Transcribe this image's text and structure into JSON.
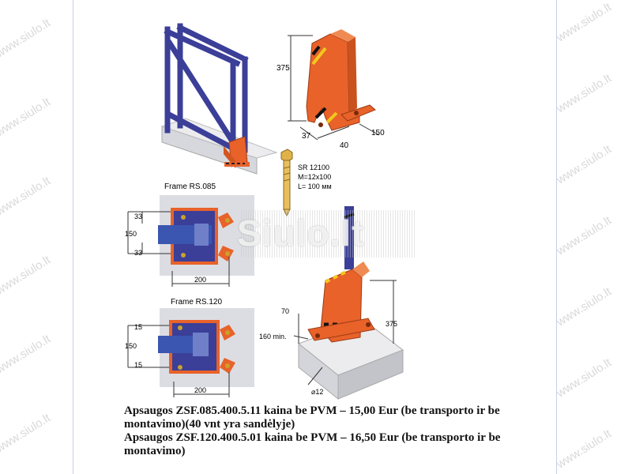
{
  "watermark": {
    "text": "www.siulo.lt",
    "center_text": "Siulo.lt"
  },
  "drawings": {
    "top_right": {
      "dim_height": "375",
      "dim_a": "37",
      "dim_b": "40",
      "dim_c": "150"
    },
    "bolt": {
      "line1": "SR 12100",
      "line2": "M=12x100",
      "line3": "L= 100 мм"
    },
    "frame_085": {
      "title": "Frame RS.085",
      "dim_top": "33",
      "dim_mid": "150",
      "dim_bot": "33",
      "dim_width": "200"
    },
    "frame_120": {
      "title": "Frame RS.120",
      "dim_top": "15",
      "dim_mid": "150",
      "dim_bot": "15",
      "dim_width": "200"
    },
    "bottom_right": {
      "dim_70": "70",
      "dim_160": "160 min.",
      "dim_375": "375",
      "dim_dia": "⌀12"
    }
  },
  "caption": {
    "line1": "Apsaugos ZSF.085.400.5.11 kaina be PVM – 15,00 Eur (be transporto ir be montavimo)(40 vnt yra sandėlyje)",
    "line2": "Apsaugos ZSF.120.400.5.01  kaina be PVM – 16,50 Eur (be transporto ir be montavimo)"
  },
  "colors": {
    "orange": "#e8622a",
    "blue": "#3b3f98",
    "yellow": "#f2c81e",
    "concrete": "#dcdde2"
  }
}
